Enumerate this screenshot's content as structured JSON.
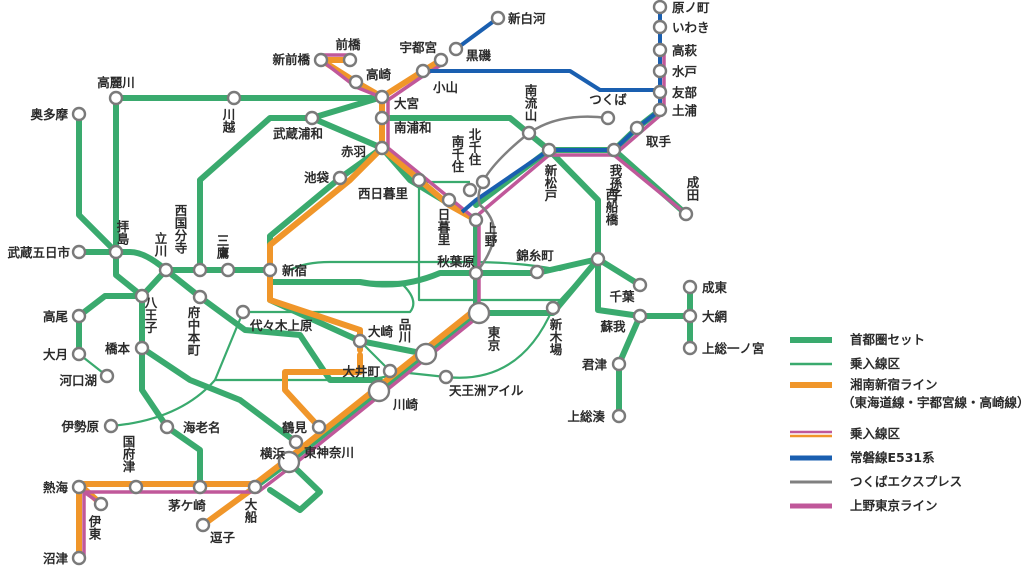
{
  "colors": {
    "shutoken_set": "#3aaa6e",
    "shonan_shinjuku": "#f0962a",
    "joban_e531": "#1a5fb0",
    "tsukuba_express": "#808080",
    "ueno_tokyo": "#c0589a"
  },
  "legend": [
    {
      "label": "首都圏セット",
      "style": "green-thick"
    },
    {
      "label": "乗入線区",
      "style": "green-thin"
    },
    {
      "label": "湘南新宿ライン",
      "sub": "（東海道線・宇都宮線・高崎線）",
      "style": "orange"
    },
    {
      "label": "乗入線区",
      "style": "pink-orange"
    },
    {
      "label": "常磐線E531系",
      "style": "blue"
    },
    {
      "label": "つくばエクスプレス",
      "style": "gray"
    },
    {
      "label": "上野東京ライン",
      "style": "pink"
    }
  ],
  "stations": [
    {
      "id": "shinshirakawa",
      "name": "新白河"
    },
    {
      "id": "kuroiso",
      "name": "黒磯"
    },
    {
      "id": "utsunomiya",
      "name": "宇都宮"
    },
    {
      "id": "oyama",
      "name": "小山"
    },
    {
      "id": "maebashi",
      "name": "前橋"
    },
    {
      "id": "shinmaebashi",
      "name": "新前橋"
    },
    {
      "id": "takasaki",
      "name": "高崎"
    },
    {
      "id": "omiya",
      "name": "大宮"
    },
    {
      "id": "minamiurawa",
      "name": "南浦和"
    },
    {
      "id": "musashiurawa",
      "name": "武蔵浦和"
    },
    {
      "id": "akabane",
      "name": "赤羽"
    },
    {
      "id": "ikebukuro",
      "name": "池袋"
    },
    {
      "id": "nishinippori",
      "name": "西日暮里"
    },
    {
      "id": "nippori",
      "name": "日暮里"
    },
    {
      "id": "minamisenju",
      "name": "南千住"
    },
    {
      "id": "kitasenju",
      "name": "北千住"
    },
    {
      "id": "ueno",
      "name": "上野"
    },
    {
      "id": "minaminagareyama",
      "name": "南流山"
    },
    {
      "id": "tsukuba",
      "name": "つくば"
    },
    {
      "id": "shinmatsudo",
      "name": "新松戸"
    },
    {
      "id": "abiko",
      "name": "我孫子"
    },
    {
      "id": "toride",
      "name": "取手"
    },
    {
      "id": "tsuchiura",
      "name": "土浦"
    },
    {
      "id": "tomobe",
      "name": "友部"
    },
    {
      "id": "mito",
      "name": "水戸"
    },
    {
      "id": "takahagi",
      "name": "高萩"
    },
    {
      "id": "iwaki",
      "name": "いわき"
    },
    {
      "id": "haranomachi",
      "name": "原ノ町"
    },
    {
      "id": "narita",
      "name": "成田"
    },
    {
      "id": "nishifunabashi",
      "name": "西船橋"
    },
    {
      "id": "kinshicho",
      "name": "錦糸町"
    },
    {
      "id": "akihabara",
      "name": "秋葉原"
    },
    {
      "id": "tokyo",
      "name": "東京"
    },
    {
      "id": "shinkiba",
      "name": "新木場"
    },
    {
      "id": "chiba",
      "name": "千葉"
    },
    {
      "id": "soga",
      "name": "蘇我"
    },
    {
      "id": "kimitsu",
      "name": "君津"
    },
    {
      "id": "kazusaminato",
      "name": "上総湊"
    },
    {
      "id": "togane",
      "name": "成東"
    },
    {
      "id": "oami",
      "name": "大網"
    },
    {
      "id": "kazusaichinomiya",
      "name": "上総一ノ宮"
    },
    {
      "id": "shinagawa",
      "name": "品川"
    },
    {
      "id": "osaki",
      "name": "大崎"
    },
    {
      "id": "oimachi",
      "name": "大井町"
    },
    {
      "id": "tennozuisle",
      "name": "天王洲アイル"
    },
    {
      "id": "kawasaki",
      "name": "川崎"
    },
    {
      "id": "tsurumi",
      "name": "鶴見"
    },
    {
      "id": "higashikanagawa",
      "name": "東神奈川"
    },
    {
      "id": "yokohama",
      "name": "横浜"
    },
    {
      "id": "ofuna",
      "name": "大船"
    },
    {
      "id": "zushi",
      "name": "逗子"
    },
    {
      "id": "chigasaki",
      "name": "茅ケ崎"
    },
    {
      "id": "ebina",
      "name": "海老名"
    },
    {
      "id": "kozu",
      "name": "国府津"
    },
    {
      "id": "atami",
      "name": "熱海"
    },
    {
      "id": "ito",
      "name": "伊東"
    },
    {
      "id": "numazu",
      "name": "沼津"
    },
    {
      "id": "isehara",
      "name": "伊勢原"
    },
    {
      "id": "hashimoto",
      "name": "橋本"
    },
    {
      "id": "hachioji",
      "name": "八王子"
    },
    {
      "id": "takao",
      "name": "高尾"
    },
    {
      "id": "otsuki",
      "name": "大月"
    },
    {
      "id": "kawaguchiko",
      "name": "河口湖"
    },
    {
      "id": "fuchuhommachi",
      "name": "府中本町"
    },
    {
      "id": "yoyogiuehara",
      "name": "代々木上原"
    },
    {
      "id": "tachikawa",
      "name": "立川"
    },
    {
      "id": "nishikokubunji",
      "name": "西国分寺"
    },
    {
      "id": "mitaka",
      "name": "三鷹"
    },
    {
      "id": "shinjuku",
      "name": "新宿"
    },
    {
      "id": "haijima",
      "name": "拝島"
    },
    {
      "id": "musashiitsukaichi",
      "name": "武蔵五日市"
    },
    {
      "id": "okutama",
      "name": "奥多摩"
    },
    {
      "id": "komagawa",
      "name": "高麗川"
    },
    {
      "id": "kawagoe",
      "name": "川越"
    }
  ]
}
